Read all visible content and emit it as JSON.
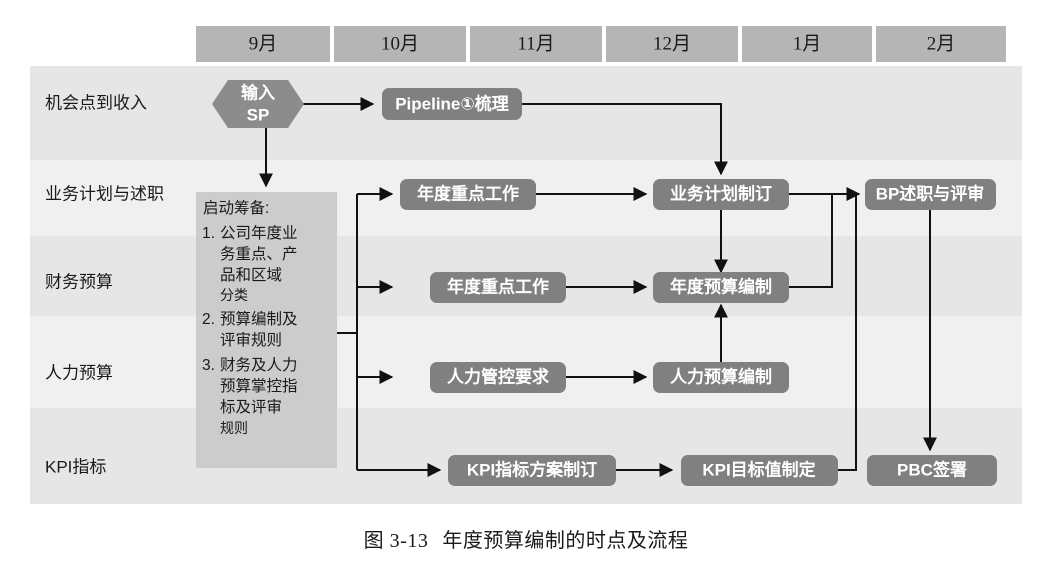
{
  "figure": {
    "caption_number": "图 3-13",
    "caption_title": "年度预算编制的时点及流程"
  },
  "timeline": {
    "months": [
      {
        "label": "9月"
      },
      {
        "label": "10月"
      },
      {
        "label": "11月"
      },
      {
        "label": "12月"
      },
      {
        "label": "1月"
      },
      {
        "label": "2月"
      }
    ]
  },
  "rows": [
    {
      "label": "机会点到收入"
    },
    {
      "label": "业务计划与述职"
    },
    {
      "label": "财务预算"
    },
    {
      "label": "人力预算"
    },
    {
      "label": "KPI指标"
    }
  ],
  "prep_panel": {
    "heading": "启动筹备:",
    "items": [
      {
        "num": "1.",
        "lines": [
          "公司年度业",
          "务重点、产",
          "品和区域",
          "分类"
        ]
      },
      {
        "num": "2.",
        "lines": [
          "预算编制及",
          "评审规则"
        ]
      },
      {
        "num": "3.",
        "lines": [
          "财务及人力",
          "预算掌控指",
          "标及评审",
          "规则"
        ]
      }
    ]
  },
  "nodes": {
    "input_sp": {
      "line1": "输入",
      "line2": "SP"
    },
    "pipeline": "Pipeline①梳理",
    "bp_annual_focus": "年度重点工作",
    "business_plan": "业务计划制订",
    "bp_review": "BP述职与评审",
    "fin_annual_focus": "年度重点工作",
    "annual_budget": "年度预算编制",
    "hr_control": "人力管控要求",
    "hr_budget": "人力预算编制",
    "kpi_scheme": "KPI指标方案制订",
    "kpi_target": "KPI目标值制定",
    "pbc_sign": "PBC签署"
  },
  "colors": {
    "node_fill": "#808080",
    "hex_fill": "#8c8c8c",
    "node_text": "#ffffff",
    "month_header": "#b5b5b5",
    "band_dark": "#e6e6e6",
    "band_light": "#f0f0f0",
    "prep_fill": "#cccccc",
    "connector": "#111111"
  }
}
